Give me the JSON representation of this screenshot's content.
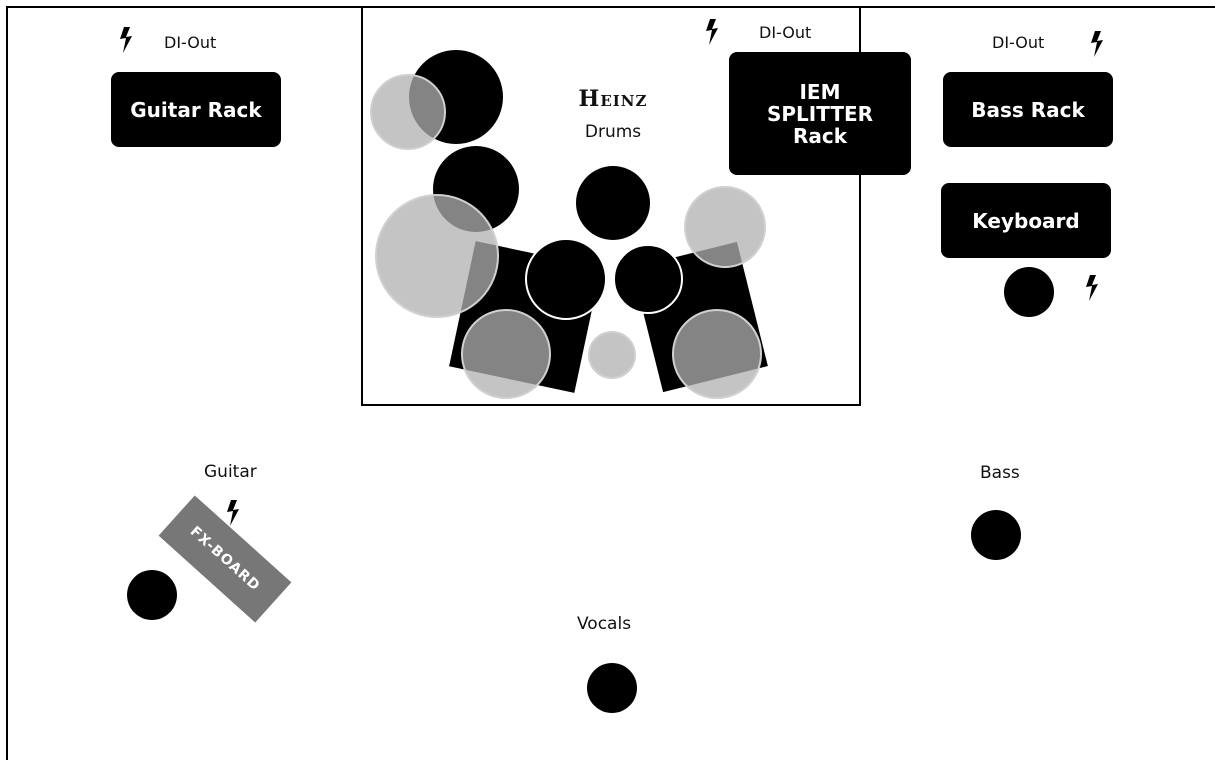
{
  "stage": {
    "racks": {
      "guitar": "Guitar Rack",
      "bass": "Bass Rack",
      "keyboard": "Keyboard",
      "iem": "IEM\nSPLITTER\nRack"
    },
    "labels": {
      "di_out_left": "DI-Out",
      "di_out_center": "DI-Out",
      "di_out_right": "DI-Out",
      "guitar": "Guitar",
      "bass": "Bass",
      "vocals": "Vocals"
    },
    "drums": {
      "brand": "Heinz",
      "sub": "Drums"
    },
    "fx_board": "FX-BOARD"
  },
  "colors": {
    "black": "#000000",
    "cymbal_gray": "#b0b0b0",
    "fx_gray": "#777777"
  },
  "icons": [
    "power-bolt-icon"
  ]
}
